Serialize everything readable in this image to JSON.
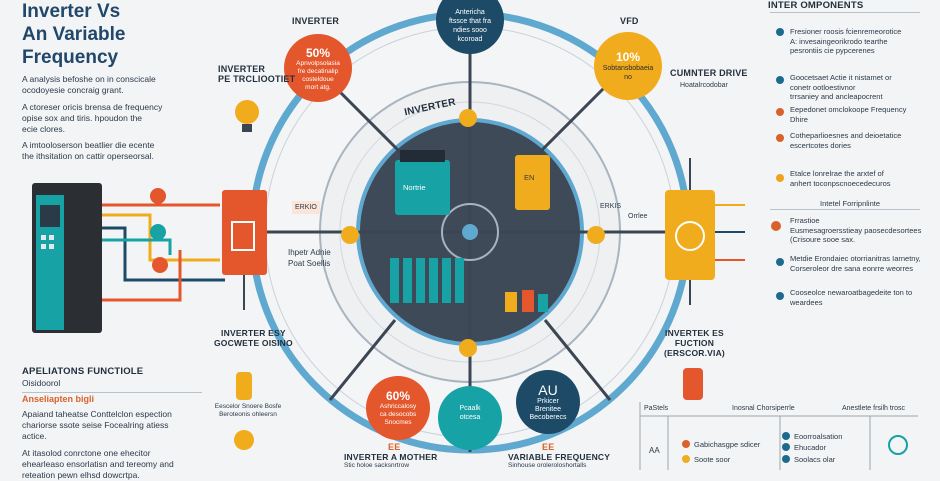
{
  "title": {
    "line1": "Inverter Vs",
    "line2": "An Variable",
    "line3": "Frequency"
  },
  "left_text": {
    "p1_line1": "A analysis befoshe on in conscicale",
    "p1_line2": "ocodoyesie concraig grant.",
    "p2_line1": "A ctoreser oricis brensa de frequency",
    "p2_line2": "opise sox and tiris. hpoudon the",
    "p2_line3": "ecie clores.",
    "p3_line1": "A imtooloserson beatlier die ecente",
    "p3_line2": "the ithsitation on cattir operseorsal."
  },
  "labels": {
    "inverter_top": "INVERTER",
    "vfd_top": "VFD",
    "inverter_left_1": "INVERTER",
    "inverter_left_2": "PE TRCLIOOTIET",
    "counter_drive": "CUMNTER DRIVE",
    "counter_drive_sub": "Hoatalrcodobar",
    "inverter_ring": "INVERTER",
    "center_left_1": "Ihpetr Adnie",
    "center_left_2": "Poat Soellis",
    "tag_left": "ERKIO",
    "tag_right": "ERKIS",
    "tag_right_sub": "Orrlee",
    "inverter_bottom_1": "INVERTER ESY",
    "inverter_bottom_2": "GOCWETE OISINO",
    "invertek_1": "INVERTEK ES",
    "invertek_2": "FUCTION",
    "invertek_3": "(ERSCOR.VIA)",
    "inverter_motier_1": "INVERTER A MOTHER",
    "inverter_motier_2": "Stic holoe sacksnrtrow",
    "variable_freq_1": "VARIABLE FREQUENCY",
    "variable_freq_2": "Sinhouse oroleroloshortalls",
    "ee_left": "EE",
    "ee_right": "EE"
  },
  "badges": {
    "top_center_1": "Antericha",
    "top_center_2": "ftssce that fra",
    "top_center_3": "ndies sooo",
    "top_center_4": "kcoroad",
    "left_pct": "50%",
    "left_1": "Apnvolpsolasia",
    "left_2": "fre decatinalip",
    "left_3": "costeldoue",
    "left_4": "mort atg.",
    "right_pct": "10%",
    "right_1": "Sobtansbobaeia",
    "right_2": "no",
    "bottom_left_pct": "60%",
    "bottom_left_1": "Ashriccalosy",
    "bottom_left_2": "ca desocobs",
    "bottom_left_3": "Snocmes",
    "bottom_mid_1": "Pcaalk",
    "bottom_mid_2": "otcesa",
    "bottom_right_big": "AU",
    "bottom_right_1": "Prkicer",
    "bottom_right_2": "Brenitee",
    "bottom_right_3": "Becoberecs"
  },
  "module_labels": {
    "left": "Nortrie",
    "right": "EN"
  },
  "applications": {
    "heading": "APELIATONS FUNCTIOLE",
    "sub": "Oisidoorol",
    "orange": "Anseliapten bigli",
    "p1": "Apaiand taheatse Conttelclon espection",
    "p2": "chariorse ssote seise Focealring atiess",
    "p3": "actice.",
    "p4": "At itasolod conrctone one ehecitor",
    "p5": "ehearleaso ensorlatisn and tereomy and",
    "p6": "reteation pewn elhsd dowcrtpa.",
    "bulb_caption_1": "Eescelor Snoere Bosfe",
    "bulb_caption_2": "Beroteonis ohleersn"
  },
  "right_panel": {
    "heading": "INTER OMPONENTS",
    "items": [
      {
        "line1": "Fresioner roosis fcienremeorotice",
        "line2": "A: invesaingeorikrodo tearthe",
        "line3": "pesrontiis cie pypcerenes",
        "color": "#1d6b8c"
      },
      {
        "line1": "Goocetsaet Actie it nistamet or",
        "line2": "conetr ootloestivnor",
        "line3": "trrsaniey and ancleapocrent",
        "color": "#1d6b8c"
      },
      {
        "line1": "Eepedonet omclokoope Frequency",
        "line2": "Dhire",
        "line3": "",
        "color": "#d9622b"
      },
      {
        "line1": "Cotheparlioesnes and deioetatice",
        "line2": "escertcotes dories",
        "line3": "",
        "color": "#d9622b"
      },
      {
        "line1": "Etalce lonrelrae the arxtef of",
        "line2": "anhert toconpscnoecedecuros",
        "line3": "",
        "color": "#f0a21c"
      }
    ],
    "sub_heading": "Intetel Forripnlinte",
    "items2": [
      {
        "line1": "Frrastioe",
        "line2": "Eusmesagroersstieay paosecdesortees",
        "line3": "(Crisoure sooe sax.",
        "color": "#d9622b"
      },
      {
        "line1": "Metdie Erondaiec otorrianitras Iarnetny,",
        "line2": "Corseroleor dre sana eonrre weorres",
        "line3": "",
        "color": "#1d6b8c"
      },
      {
        "line1": "Cooseolce newaroatbagedeite ton to",
        "line2": "weardees",
        "line3": "",
        "color": "#1d6b8c"
      }
    ]
  },
  "table": {
    "col1": "PaStels",
    "col2": "Inosnal Chorsiperrle",
    "col3": "Anestlete frsilh trosc",
    "row_label": "AA",
    "cells": [
      "Gabichasgpe sdicer",
      "Soote soor",
      "Eoorroalsation",
      "Ehucador",
      "Soolacs olar"
    ]
  },
  "colors": {
    "navy": "#1d4a66",
    "teal": "#17a2a6",
    "orange": "#e4562b",
    "yellow": "#f1ac1d",
    "blue_ring": "#5fa8cf"
  }
}
